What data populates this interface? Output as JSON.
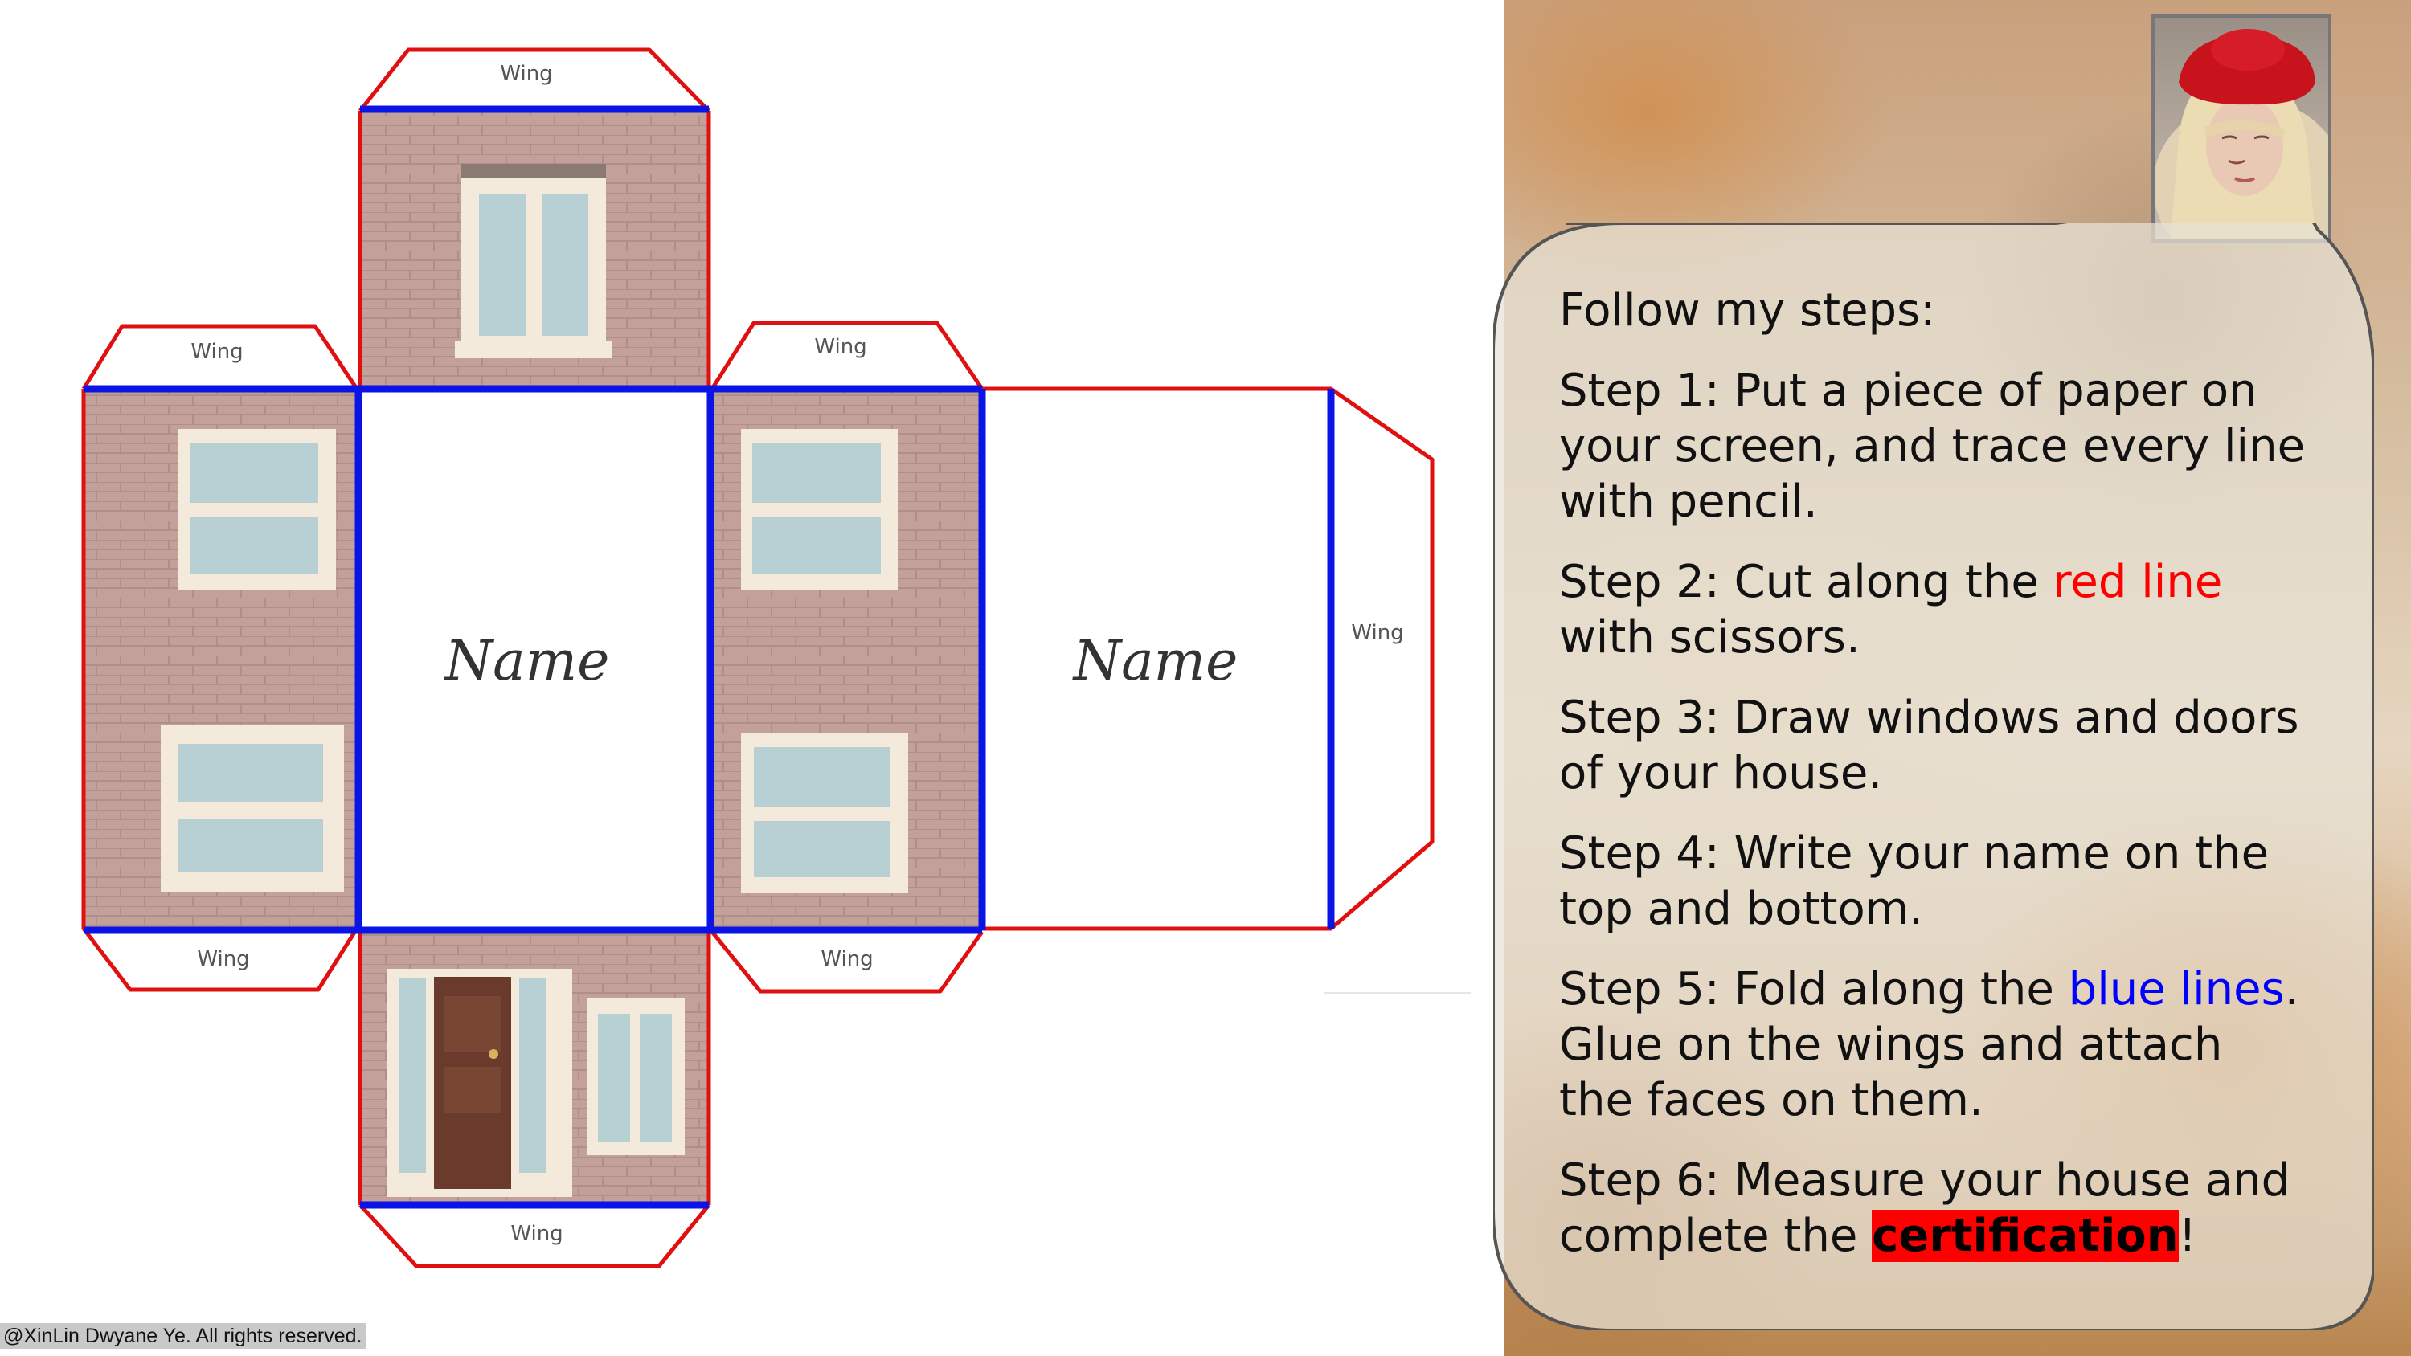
{
  "net": {
    "wing_label": "Wing",
    "name_label": "Name",
    "cut_line_color": "#e01010",
    "fold_line_color": "#0a14e6",
    "wall_color": "#b89088",
    "brick_line_color": "#a27b72",
    "window_frame_color": "#f3eadb",
    "glass_color": "#b8d0d3",
    "door_color": "#6a3b2c"
  },
  "instructions": {
    "intro": "Follow my steps:",
    "step1": "Step 1: Put a piece of paper on your screen, and trace every line with pencil.",
    "step2_pre": "Step 2: Cut along the ",
    "step2_red": "red line",
    "step2_post": " with scissors.",
    "step3": "Step 3: Draw windows and doors of your house.",
    "step4": "Step 4: Write your name on the top and bottom.",
    "step5_pre": "Step 5: Fold along the ",
    "step5_blue": "blue lines",
    "step5_post": ". Glue on the wings and attach the faces on them.",
    "step6_pre": "Step 6: Measure your house and complete the ",
    "step6_highlight": "certification",
    "step6_post": "!"
  },
  "copyright": "@XinLin Dwyane Ye. All rights reserved."
}
